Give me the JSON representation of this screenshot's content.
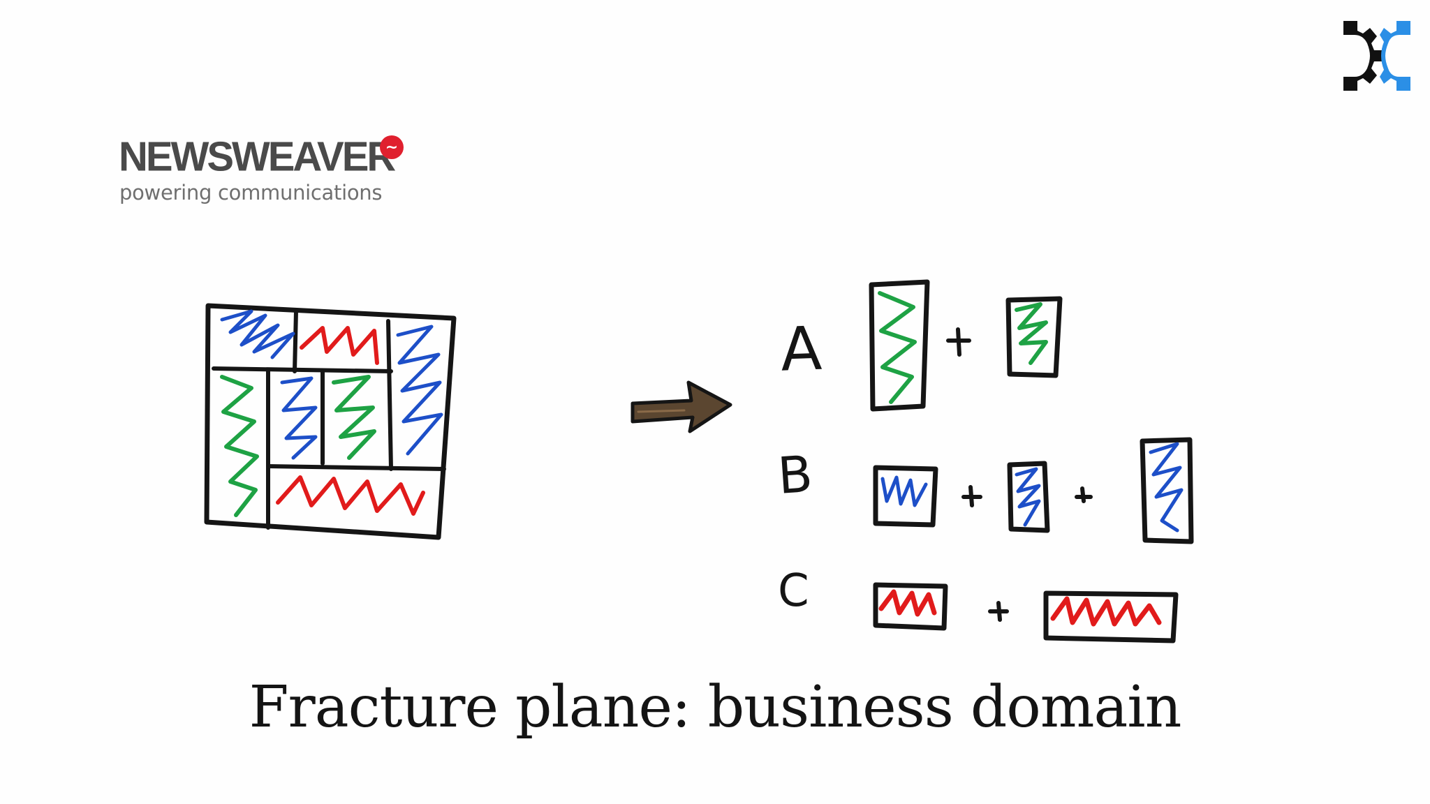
{
  "brand": {
    "name": "NEWSWEAVER",
    "badge": "~",
    "tagline": "powering communications"
  },
  "groups": [
    {
      "label": "A"
    },
    {
      "label": "B"
    },
    {
      "label": "C"
    }
  ],
  "colors": {
    "green": "#1ea244",
    "blue": "#1d4fc8",
    "red": "#e11b1b",
    "ink": "#151515",
    "tt_blue": "#2b8fe6"
  },
  "caption": "Fracture plane: business domain"
}
